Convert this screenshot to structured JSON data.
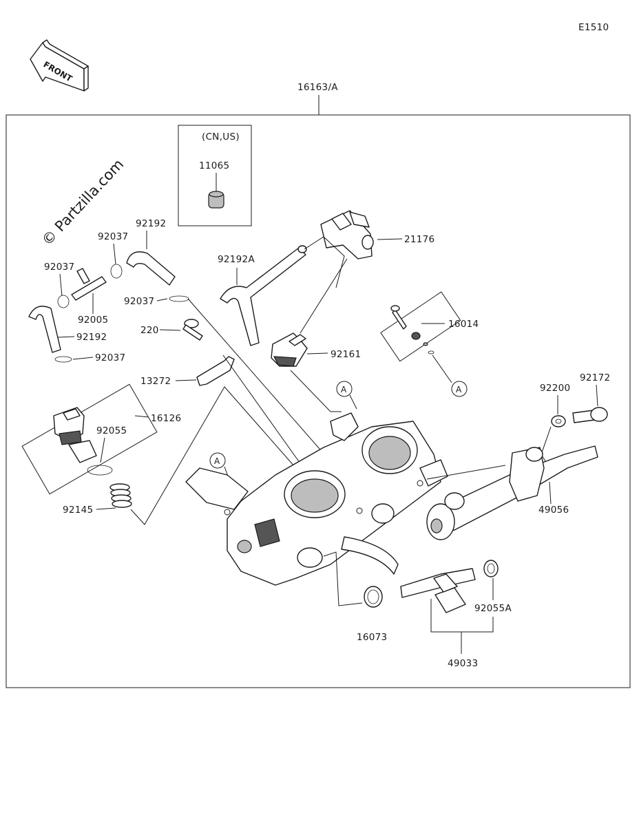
{
  "diagram_code": "E1510",
  "watermark": "© Partzilla.com",
  "front_arrow_label": "FRONT",
  "region_note": "(CN,US)",
  "ref_markers": [
    "A",
    "A",
    "A"
  ],
  "part_labels": {
    "assembly": "16163/A",
    "p11065": "11065",
    "p92192_top": "92192",
    "p92037_a": "92037",
    "p92037_b": "92037",
    "p92192a": "92192A",
    "p21176": "21176",
    "p92037_c": "92037",
    "p92005": "92005",
    "p92192_left": "92192",
    "p92037_d": "92037",
    "p220": "220",
    "p16014": "16014",
    "p92161": "92161",
    "p13272": "13272",
    "p16126": "16126",
    "p92055": "92055",
    "p92200": "92200",
    "p92172": "92172",
    "p49056": "49056",
    "p92145": "92145",
    "p16073": "16073",
    "p92055a": "92055A",
    "p49033": "49033"
  }
}
